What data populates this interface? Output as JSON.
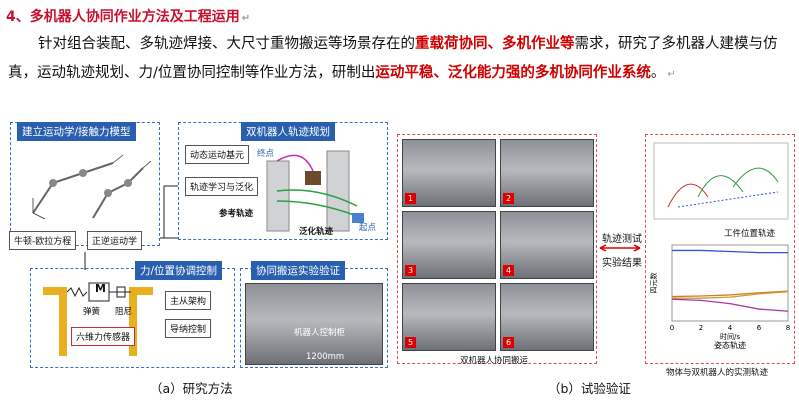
{
  "heading": "4、多机器人协同作业方法及工程运用",
  "paragraph": {
    "text1": "针对组合装配、多轨迹焊接、大尺寸重物搬运等场景存在的",
    "red1": "重载荷协同、多机作业等",
    "text2": "需求，研究了多机器人建模与仿真，运动轨迹规划、力/位置协同控制等作业方法，研制出",
    "red2": "运动平稳、泛化能力强的多机协同作业系统",
    "text3": "。"
  },
  "diagram_a": {
    "modeling_title": "建立运动学/接触力模型",
    "newton_euler": "牛顿-欧拉方程",
    "forward_inverse": "正逆运动学",
    "dual_arm_title": "双机器人轨迹规划",
    "dynamic_primitive": "动态运动基元",
    "trajectory_learning": "轨迹学习与泛化",
    "end_point": "终点",
    "start_point": "起点",
    "reference_trajectory": "参考轨迹",
    "generalized_trajectory": "泛化轨迹",
    "force_position_title": "力/位置协调控制",
    "master_slave": "主从架构",
    "impedance_control": "导纳控制",
    "spring": "弹簧",
    "damper": "阻尼",
    "six_axis_sensor": "六维力传感器",
    "mass_label": "M",
    "cooperative_validation_title": "协同搬运实验验证",
    "photo_label": "机器人控制柜",
    "dimension": "1200mm",
    "caption": "（a）研究方法"
  },
  "diagram_b": {
    "photo_numbers": [
      "1",
      "2",
      "3",
      "4",
      "5",
      "6"
    ],
    "photo_caption": "双机器人协同搬运",
    "trajectory_test": "轨迹测试",
    "experiment_result": "实验结果",
    "workpiece_trajectory": "工件位置轨迹",
    "attitude_trajectory": "姿态轨迹",
    "measured_caption": "物体与双机器人的实测轨迹",
    "caption": "（b）试验验证",
    "plot_xlabel": "时间/s",
    "plot_ylabel": "四元数",
    "plot_xticks": [
      "0",
      "2",
      "4",
      "6",
      "8"
    ]
  },
  "colors": {
    "accent_red": "#d00000",
    "blue": "#2a5fb0"
  },
  "chart_data": {
    "type": "line",
    "title": "姿态轨迹",
    "xlabel": "时间/s",
    "ylabel": "四元数",
    "x": [
      0,
      2,
      4,
      6,
      8
    ],
    "series": [
      {
        "values": [
          0.9,
          0.9,
          0.88,
          0.86,
          0.86
        ]
      },
      {
        "values": [
          0.05,
          0.06,
          0.08,
          0.12,
          0.15
        ]
      },
      {
        "values": [
          0.02,
          0.02,
          0.04,
          0.1,
          0.14
        ]
      },
      {
        "values": [
          0.0,
          -0.02,
          -0.08,
          -0.18,
          -0.22
        ]
      }
    ],
    "series_colors": [
      "#3355cc",
      "#d97a2b",
      "#c0a030",
      "#a03ca0"
    ]
  }
}
